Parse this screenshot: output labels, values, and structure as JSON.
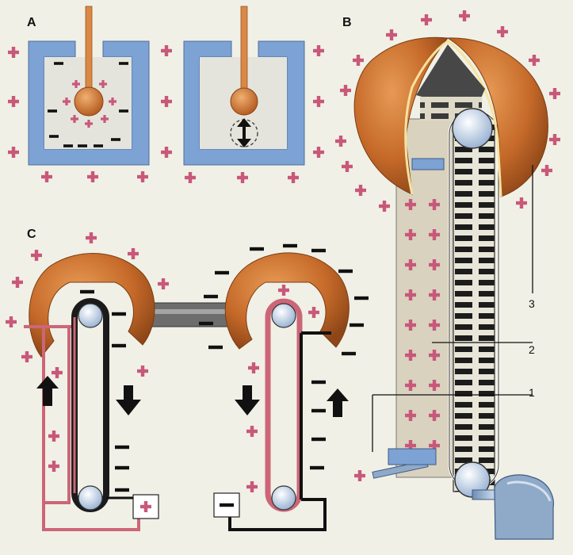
{
  "labels": {
    "panel_a": "A",
    "panel_b": "B",
    "panel_c": "C",
    "callout_1": "1",
    "callout_2": "2",
    "callout_3": "3"
  },
  "colors": {
    "background": "#f1f0e6",
    "positive_charge": "#c8587a",
    "negative_charge": "#111111",
    "can_blue": "#7da2d4",
    "dome_copper": "#c66a2a",
    "rod_orange": "#d98845",
    "belt_dark": "#222222",
    "belt_red": "#cc6677",
    "roller": "#b8cce4",
    "motor": "#8fa9c8"
  },
  "icons": [
    "positive-charge-icon",
    "negative-charge-icon",
    "up-arrow-icon",
    "down-arrow-icon",
    "double-arrow-icon"
  ]
}
